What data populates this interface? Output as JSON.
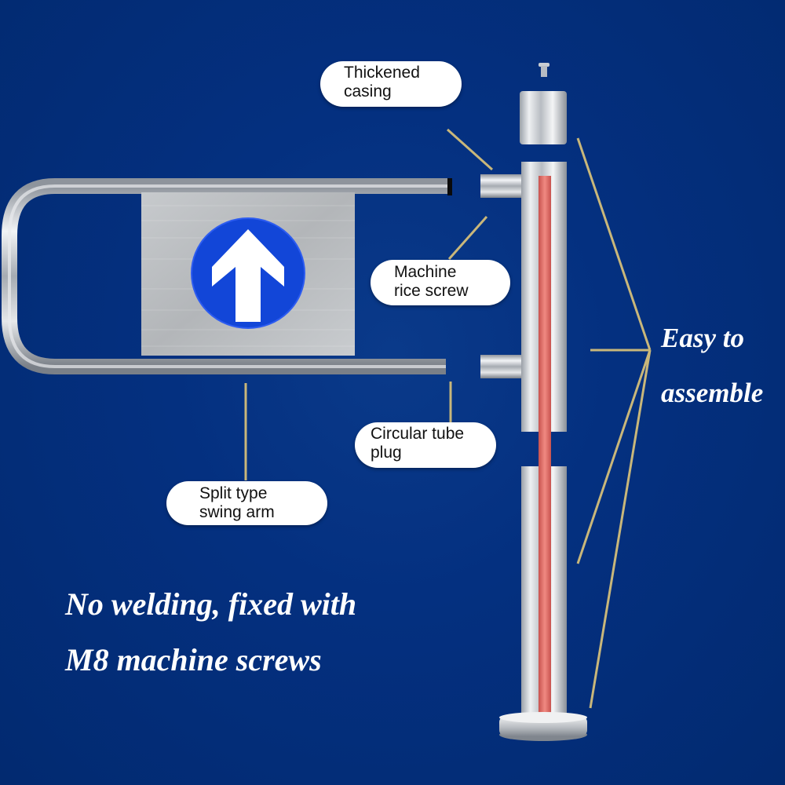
{
  "diagram": {
    "subject": "Swing gate / turnstile arm assembly",
    "background_color": "#043080",
    "leader_line_color": "#c9b77a",
    "sign": {
      "icon": "up-arrow-icon",
      "circle_color": "#1246d8",
      "arrow_color": "#ffffff"
    },
    "pole_core_color": "#e06a64"
  },
  "callouts": {
    "thickened_casing": {
      "line1": "Thickened",
      "line2": "casing"
    },
    "machine_rice_screw": {
      "line1": "Machine",
      "line2": "rice screw"
    },
    "circular_tube_plug": {
      "line1": "Circular tube",
      "line2": "plug"
    },
    "split_type_swing_arm": {
      "line1": "Split type",
      "line2": "swing arm"
    }
  },
  "captions": {
    "easy_to_assemble": {
      "line1": "Easy to",
      "line2": "assemble"
    },
    "no_welding": {
      "line1": "No welding, fixed with",
      "line2": "M8 machine screws"
    }
  }
}
